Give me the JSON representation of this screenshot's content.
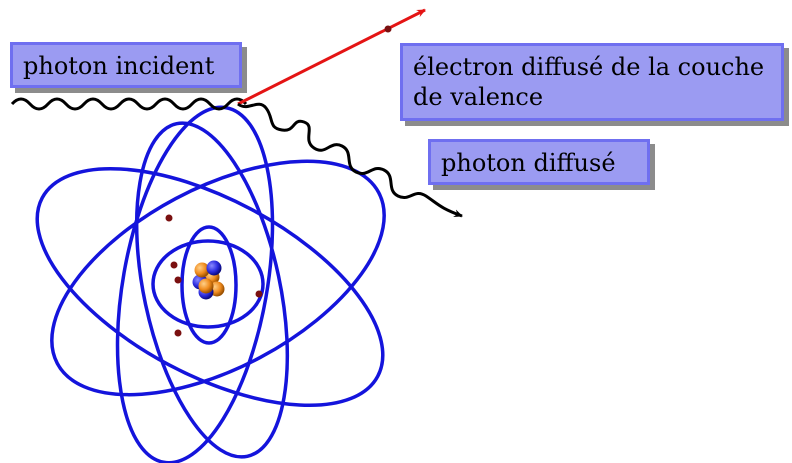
{
  "labels": {
    "incident_photon": "photon incident",
    "scattered_electron": "électron diffusé de la couche de valence",
    "scattered_photon": "photon diffusé"
  },
  "colors": {
    "orbit": "#1414dc",
    "electron_track": "#e41414",
    "photon_wave": "#000000",
    "electron_dot": "#7a1010",
    "label_fill": "#9b9bf2",
    "label_border": "#6f6ff0",
    "nucleon_blue": "#2d2de0",
    "nucleon_orange": "#f08c1e"
  }
}
